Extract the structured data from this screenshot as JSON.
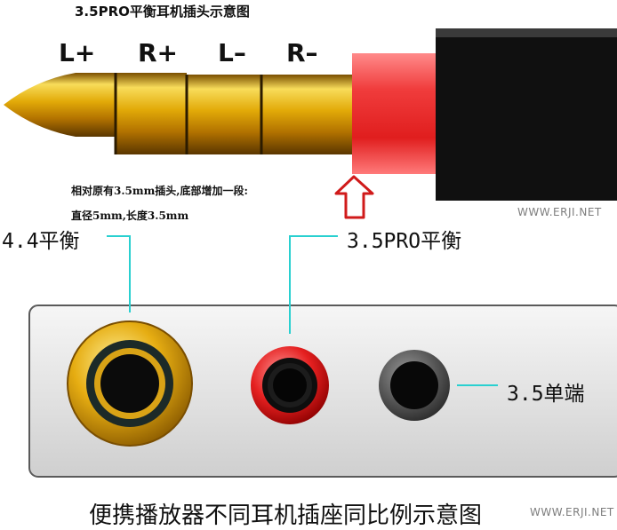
{
  "title": "3.5PRO平衡耳机插头示意图",
  "plug": {
    "segment_labels": [
      "L+",
      "R+",
      "L–",
      "R–"
    ],
    "colors": {
      "gold": "#e0a800",
      "red": "#e03030",
      "body": "#111111"
    }
  },
  "note": {
    "line1": "相对原有3.5mm插头,底部增加一段:",
    "line2": "直径5mm,长度3.5mm"
  },
  "watermark": "WWW.ERJI.NET",
  "callouts": {
    "balanced_44": "4.4平衡",
    "pro_35": "3.5PRO平衡",
    "single_ended_35": "3.5单端",
    "line_color": "#29d0d0"
  },
  "caption": "便携播放器不同耳机插座同比例示意图"
}
